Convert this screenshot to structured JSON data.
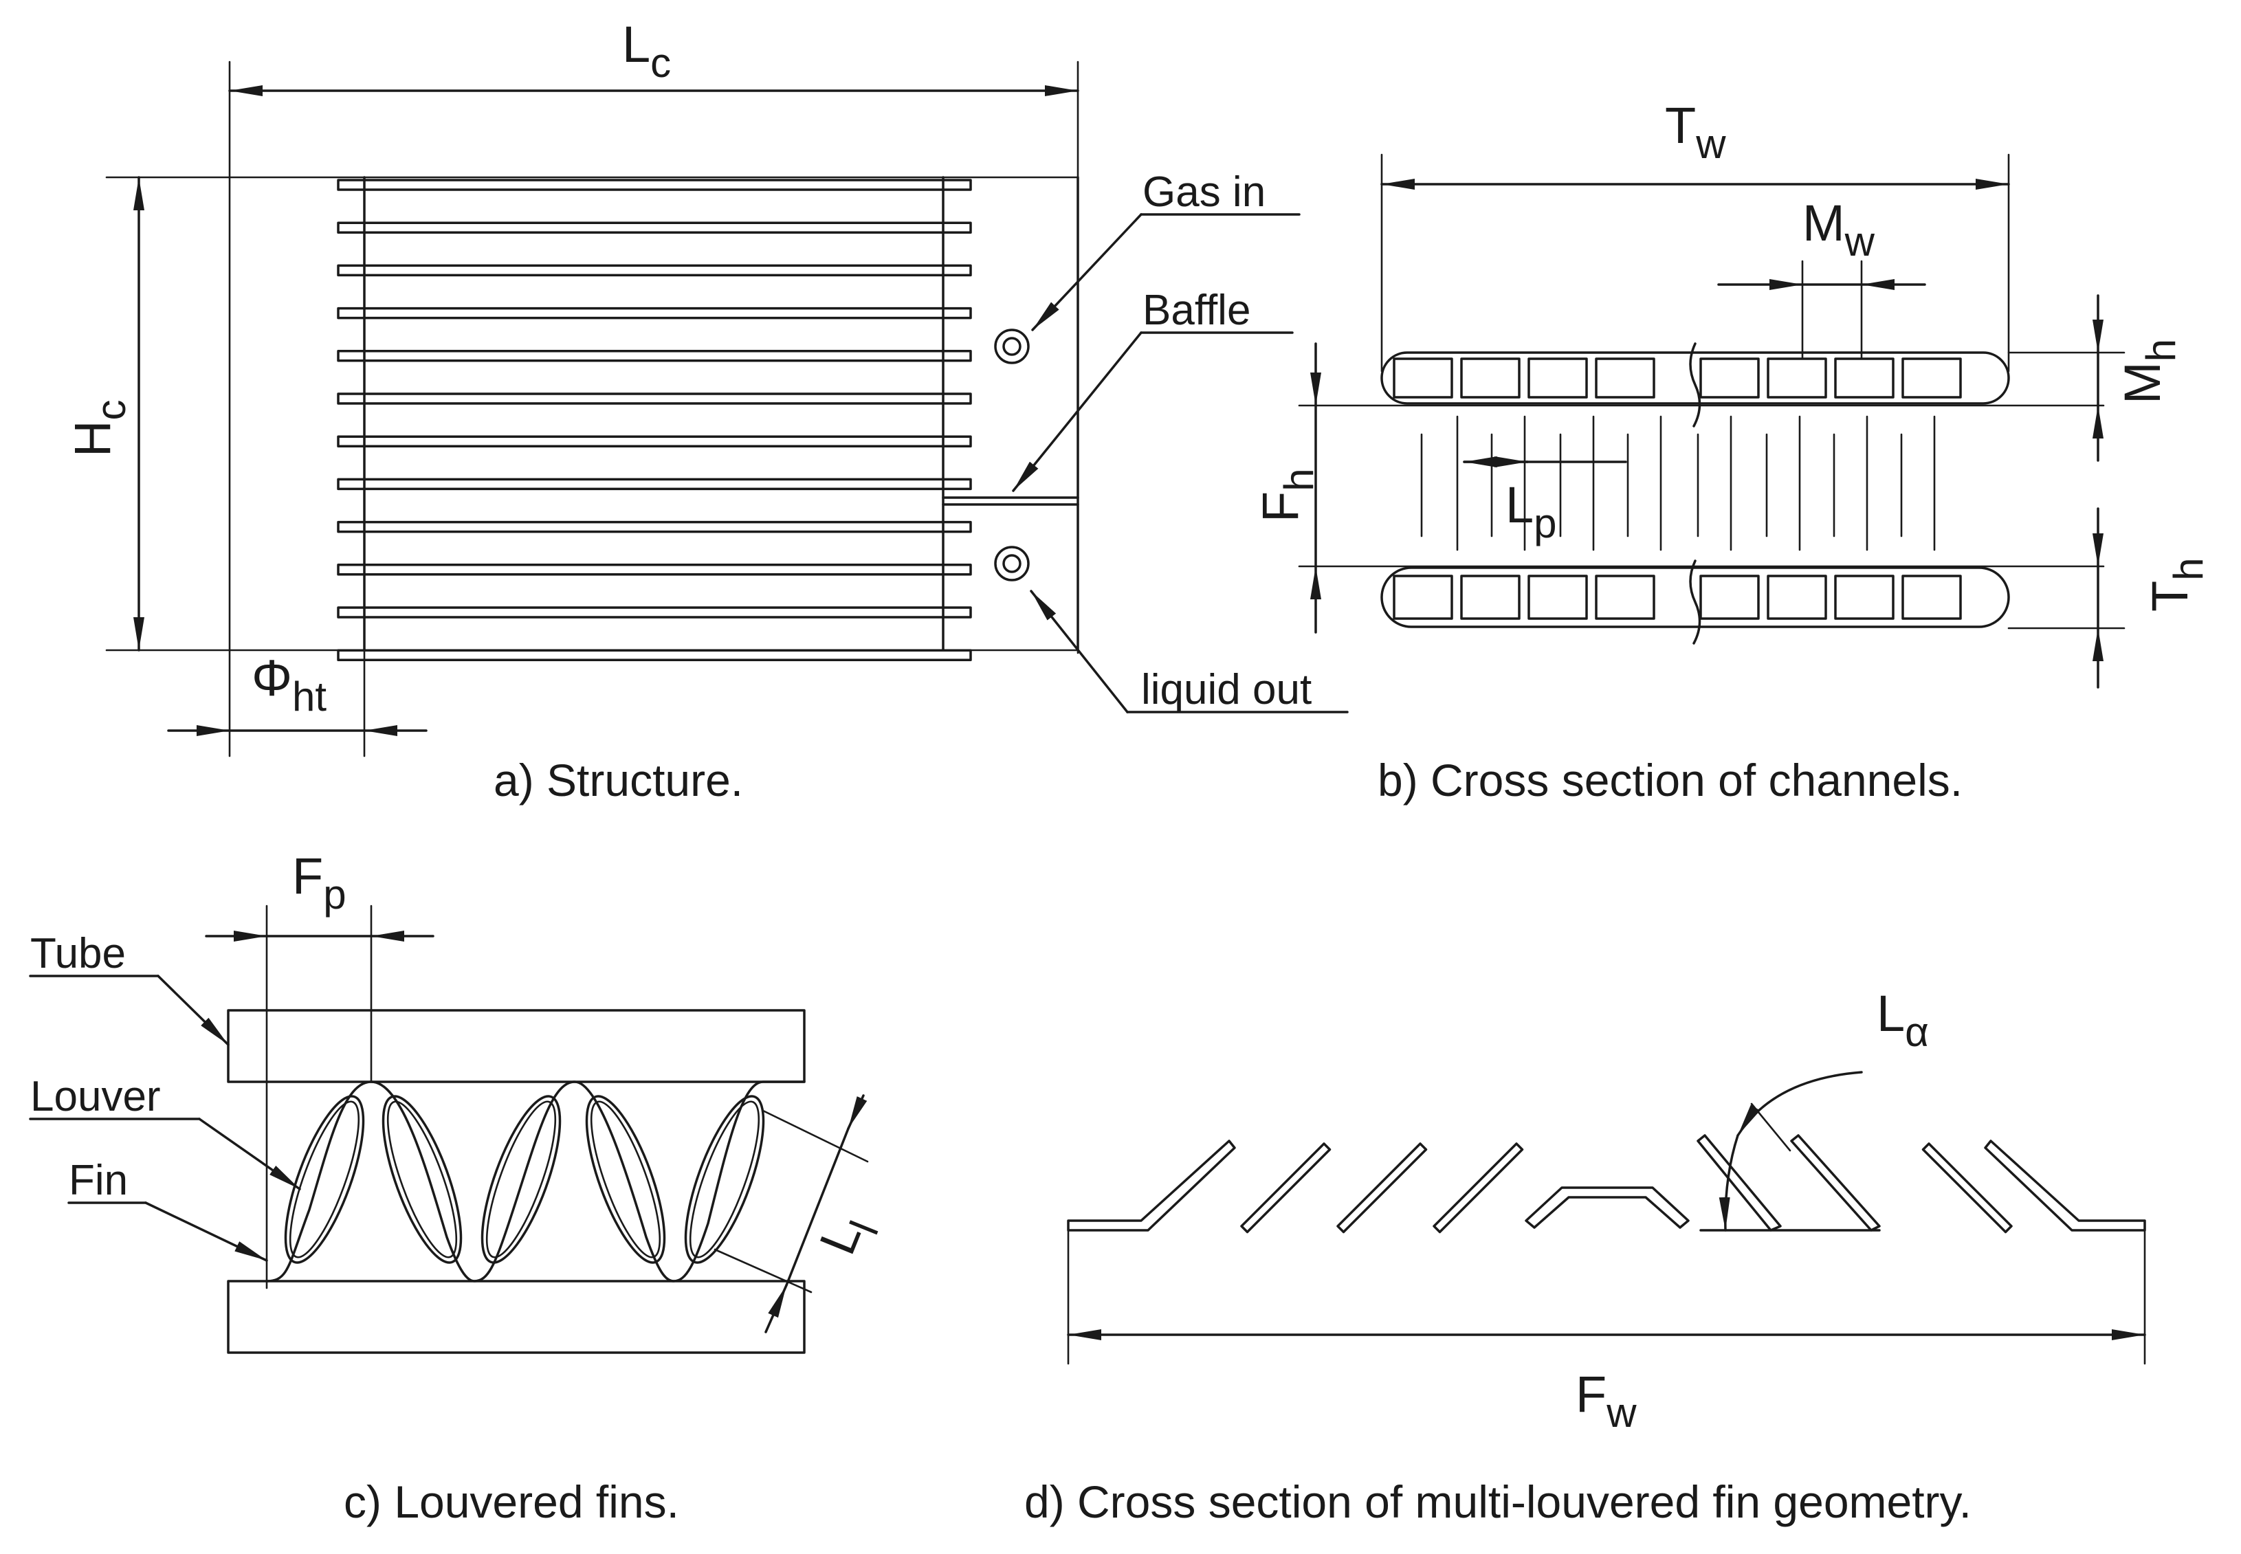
{
  "panels": {
    "a": {
      "caption": "a) Structure.",
      "labels": {
        "gas_in": "Gas in",
        "baffle": "Baffle",
        "liquid_out": "liquid out"
      },
      "dims": {
        "lc": {
          "main": "L",
          "sub": "c"
        },
        "hc": {
          "main": "H",
          "sub": "c"
        },
        "phi_ht": {
          "main": "Φ",
          "sub": "ht"
        }
      }
    },
    "b": {
      "caption": "b) Cross section of channels.",
      "dims": {
        "tw": {
          "main": "T",
          "sub": "w"
        },
        "mw": {
          "main": "M",
          "sub": "w"
        },
        "mh": {
          "main": "M",
          "sub": "h"
        },
        "fh": {
          "main": "F",
          "sub": "h"
        },
        "lp": {
          "main": "L",
          "sub": "p"
        },
        "th": {
          "main": "T",
          "sub": "h"
        }
      }
    },
    "c": {
      "caption": "c) Louvered fins.",
      "labels": {
        "tube": "Tube",
        "louver": "Louver",
        "fin": "Fin"
      },
      "dims": {
        "fp": {
          "main": "F",
          "sub": "p"
        },
        "ll": {
          "main": "L",
          "sub": "l"
        }
      }
    },
    "d": {
      "caption": "d) Cross section of multi-louvered fin geometry.",
      "dims": {
        "la": {
          "main": "L",
          "sub": "α"
        },
        "fw": {
          "main": "F",
          "sub": "w"
        }
      }
    }
  }
}
